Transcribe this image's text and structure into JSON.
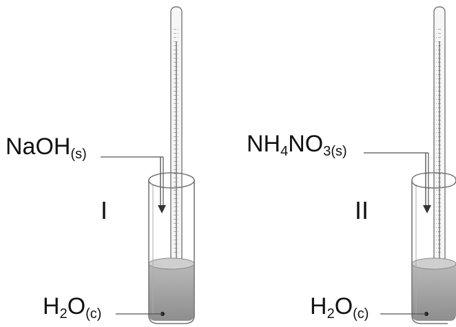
{
  "setup_I": {
    "solute": {
      "main": "NaOH",
      "phase": "(s)"
    },
    "solvent": {
      "a": "H",
      "sub": "2",
      "b": "O",
      "phase": "(c)"
    },
    "roman": "I"
  },
  "setup_II": {
    "solute": {
      "a": "NH",
      "s1": "4",
      "b": "NO",
      "s2": "3(s)"
    },
    "solvent": {
      "a": "H",
      "sub": "2",
      "b": "O",
      "phase": "(c)"
    },
    "roman": "II"
  }
}
